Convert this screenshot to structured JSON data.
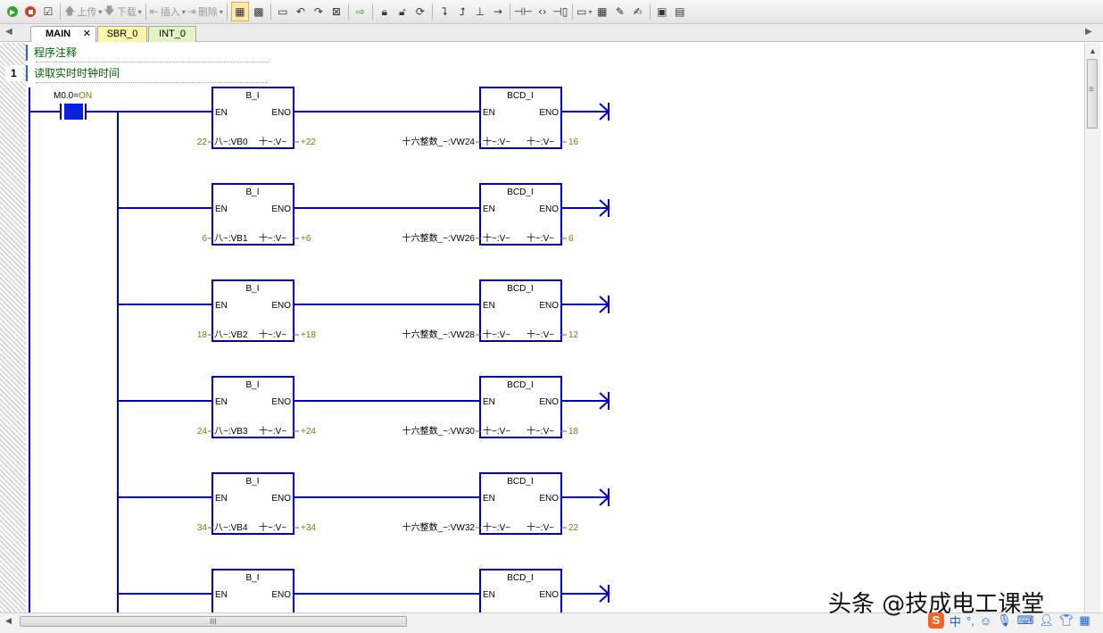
{
  "toolbar": {
    "upload_label": "上传",
    "download_label": "下载",
    "insert_label": "插入",
    "delete_label": "删除",
    "icons": [
      "run-icon",
      "stop-icon",
      "compile-icon",
      "upload-icon",
      "download-icon",
      "insert-icon",
      "delete-icon",
      "program-status-icon",
      "trend-icon",
      "comment-icon",
      "network-comment-icon",
      "pou-comment-icon",
      "bookmark-icon",
      "next-icon",
      "lock-icon",
      "unlock-icon",
      "refresh-icon",
      "contact-icon",
      "coil-icon",
      "box-icon",
      "line-icon",
      "symbol-icon",
      "table-icon",
      "memory-icon",
      "properties-icon"
    ]
  },
  "tabs": [
    {
      "label": "MAIN"
    },
    {
      "label": "SBR_0"
    },
    {
      "label": "INT_0"
    }
  ],
  "program_comment": "程序注释",
  "network": {
    "number": "1",
    "comment": "读取实时时钟时间",
    "contact_address": "M0.0=",
    "contact_state": "ON"
  },
  "rungs": [
    {
      "bi_title": "B_I",
      "bcd_title": "BCD_I",
      "en": "EN",
      "eno": "ENO",
      "in_val": "22",
      "in_addr": "八~:VB0",
      "out_sym": "十~:V~",
      "out_val": "+22",
      "bcd_in_sym": "十六整数_~:VW24",
      "bcd_in_sym2": "十~:V~",
      "bcd_out_sym": "十~:V~",
      "bcd_out_val": "16"
    },
    {
      "bi_title": "B_I",
      "bcd_title": "BCD_I",
      "en": "EN",
      "eno": "ENO",
      "in_val": "6",
      "in_addr": "八~:VB1",
      "out_sym": "十~:V~",
      "out_val": "+6",
      "bcd_in_sym": "十六整数_~:VW26",
      "bcd_in_sym2": "十~:V~",
      "bcd_out_sym": "十~:V~",
      "bcd_out_val": "6"
    },
    {
      "bi_title": "B_I",
      "bcd_title": "BCD_I",
      "en": "EN",
      "eno": "ENO",
      "in_val": "18",
      "in_addr": "八~:VB2",
      "out_sym": "十~:V~",
      "out_val": "+18",
      "bcd_in_sym": "十六整数_~:VW28",
      "bcd_in_sym2": "十~:V~",
      "bcd_out_sym": "十~:V~",
      "bcd_out_val": "12"
    },
    {
      "bi_title": "B_I",
      "bcd_title": "BCD_I",
      "en": "EN",
      "eno": "ENO",
      "in_val": "24",
      "in_addr": "八~:VB3",
      "out_sym": "十~:V~",
      "out_val": "+24",
      "bcd_in_sym": "十六整数_~:VW30",
      "bcd_in_sym2": "十~:V~",
      "bcd_out_sym": "十~:V~",
      "bcd_out_val": "18"
    },
    {
      "bi_title": "B_I",
      "bcd_title": "BCD_I",
      "en": "EN",
      "eno": "ENO",
      "in_val": "34",
      "in_addr": "八~:VB4",
      "out_sym": "十~:V~",
      "out_val": "+34",
      "bcd_in_sym": "十六整数_~:VW32",
      "bcd_in_sym2": "十~:V~",
      "bcd_out_sym": "十~:V~",
      "bcd_out_val": "22"
    },
    {
      "bi_title": "B_I",
      "bcd_title": "BCD_I",
      "en": "EN",
      "eno": "ENO"
    }
  ],
  "watermark": "头条 @技成电工课堂",
  "ime": {
    "label": "中",
    "punct": "°,",
    "icons": [
      "sogou-icon",
      "emoji-icon",
      "mic-icon",
      "keyboard-icon",
      "user-icon",
      "skin-icon",
      "menu-icon"
    ]
  },
  "colors": {
    "ladder": "#0000cc",
    "contact_fill": "#0a1fe0",
    "value": "#7a7a00",
    "comment": "#006400",
    "power_rail": "#0000cc"
  }
}
